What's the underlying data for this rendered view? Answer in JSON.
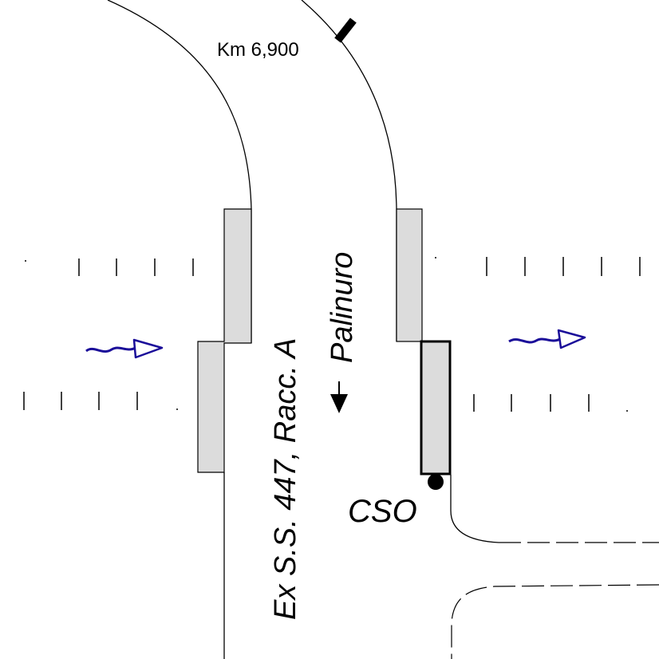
{
  "labels": {
    "km_marker": "Km 6,900",
    "road_name": "Ex S.S. 447, Racc. A",
    "direction": "Palinuro",
    "station": "CSO"
  },
  "colors": {
    "line": "#000000",
    "platform_fill": "#dcdcdc",
    "flow_arrow": "#1a0d99"
  },
  "icons": {
    "direction_arrow": "down-arrow-icon",
    "flow_arrows": "wavy-right-arrow-icon",
    "km_marker": "milestone-marker-icon",
    "station": "dot-icon"
  }
}
